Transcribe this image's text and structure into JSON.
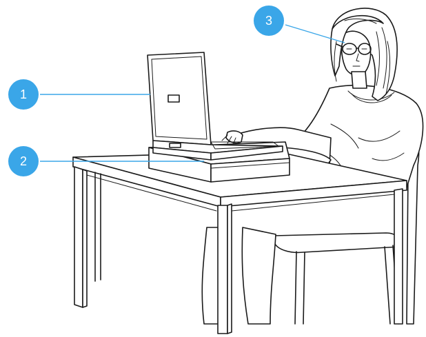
{
  "callouts": [
    {
      "number": "1",
      "target": "laptop"
    },
    {
      "number": "2",
      "target": "laptop-stand"
    },
    {
      "number": "3",
      "target": "glasses"
    }
  ],
  "colors": {
    "callout_fill": "#3aa6e8",
    "callout_text": "#ffffff",
    "leader_line": "#3aa6e8",
    "ink": "#1a1a1a"
  }
}
